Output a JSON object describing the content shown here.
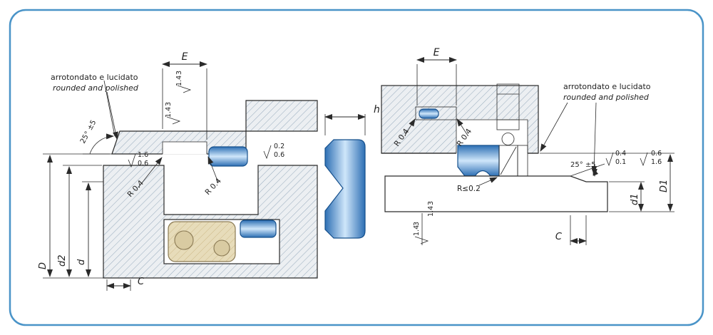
{
  "frame": {
    "border_color": "#4a94c8"
  },
  "left": {
    "note1": "arrotondato e lucidato",
    "note2": "rounded and polished",
    "e": "E",
    "angle": "25° ±5",
    "fin_top_a": "3",
    "fin_top_b": "1.4",
    "fin_top2_a": "1.4",
    "fin_top2_b": "3",
    "fin_edge_a": "1.6",
    "fin_edge_b": "0.6",
    "fin_bore_a": "0.2",
    "fin_bore_b": "0.6",
    "r_left": "R 0.4",
    "r_right": "R 0.4",
    "D": "D",
    "d2": "d2",
    "d": "d",
    "C": "C"
  },
  "profile": {
    "h": "h"
  },
  "right": {
    "e": "E",
    "r_left": "R 0.4",
    "r_right": "R 0.4",
    "note1": "arrotondato e lucidato",
    "note2": "rounded and polished",
    "angle": "25° ±5",
    "fin_cham_a": "0.4",
    "fin_cham_b": "0.1",
    "fin_edge_a": "0.6",
    "fin_edge_b": "1.6",
    "r_rod": "R≤0.2",
    "fin_rod_a": "3",
    "fin_rod_b": "1.4",
    "fin_rod2_a": "1.4",
    "fin_rod2_b": "3",
    "d1": "d1",
    "D1": "D1",
    "C": "C"
  }
}
